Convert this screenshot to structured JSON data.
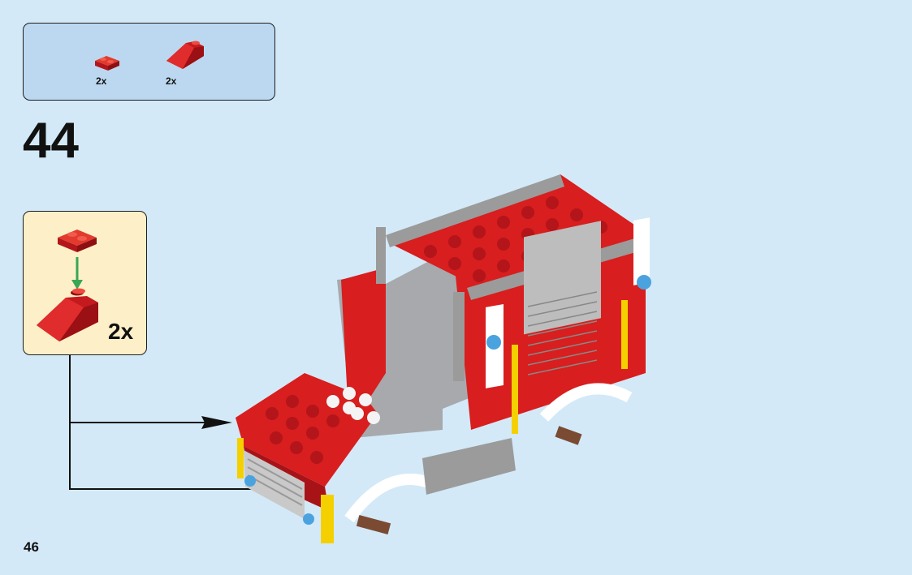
{
  "parts_list": {
    "items": [
      {
        "icon": "red-plate-1x2-icon",
        "quantity": "2x"
      },
      {
        "icon": "red-slope-brick-icon",
        "quantity": "2x"
      }
    ]
  },
  "step": {
    "number": "44"
  },
  "sub_assembly": {
    "quantity": "2x"
  },
  "page": {
    "number": "46"
  },
  "colors": {
    "background": "#d3e9f8",
    "parts_box": "#bcd8f0",
    "sub_box": "#fdf0c8",
    "brick_red": "#d81e1e",
    "arrow_green": "#3aa655"
  }
}
